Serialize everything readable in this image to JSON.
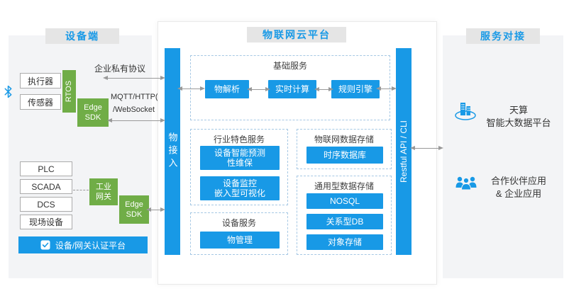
{
  "device": {
    "header": "设备端",
    "actuator": "执行器",
    "sensor": "传感器",
    "rtos": "RTOS",
    "edge_sdk": "Edge\nSDK",
    "private_protocol": "企业私有协议",
    "protocol_mqtt": "MQTT/HTTP(s)",
    "protocol_websocket": "/WebSocket",
    "plc": "PLC",
    "scada": "SCADA",
    "dcs": "DCS",
    "field_device": "现场设备",
    "industrial_gateway": "工业\n网关",
    "auth_platform": "设备/网关认证平台"
  },
  "cloud": {
    "header": "物联网云平台",
    "access_bar": "物接入",
    "api_bar": "Restful API / CLI",
    "basic": {
      "title": "基础服务",
      "items": [
        "物解析",
        "实时计算",
        "规则引擎"
      ]
    },
    "industry": {
      "title": "行业特色服务",
      "items": [
        "设备智能预测\n性维保",
        "设备监控\n嵌入型可视化"
      ]
    },
    "iot_storage": {
      "title": "物联网数据存储",
      "items": [
        "时序数据库"
      ]
    },
    "general_storage": {
      "title": "通用型数据存储",
      "items": [
        "NOSQL",
        "关系型DB",
        "对象存储"
      ]
    },
    "device_service": {
      "title": "设备服务",
      "items": [
        "物管理"
      ]
    }
  },
  "integration": {
    "header": "服务对接",
    "bigdata_platform": "天算\n智能大数据平台",
    "partner_apps": "合作伙伴应用\n& 企业应用"
  },
  "icons": {
    "bluetooth": "bluetooth-icon",
    "auth_badge": "shield-check-icon",
    "bigdata": "building-icon",
    "partner": "people-group-icon"
  },
  "colors": {
    "primary_blue": "#1899e6",
    "green": "#70ad47",
    "panel_gray": "#f3f4f6",
    "tab_gray": "#e5e5e5",
    "arrow_gray": "#999999"
  }
}
